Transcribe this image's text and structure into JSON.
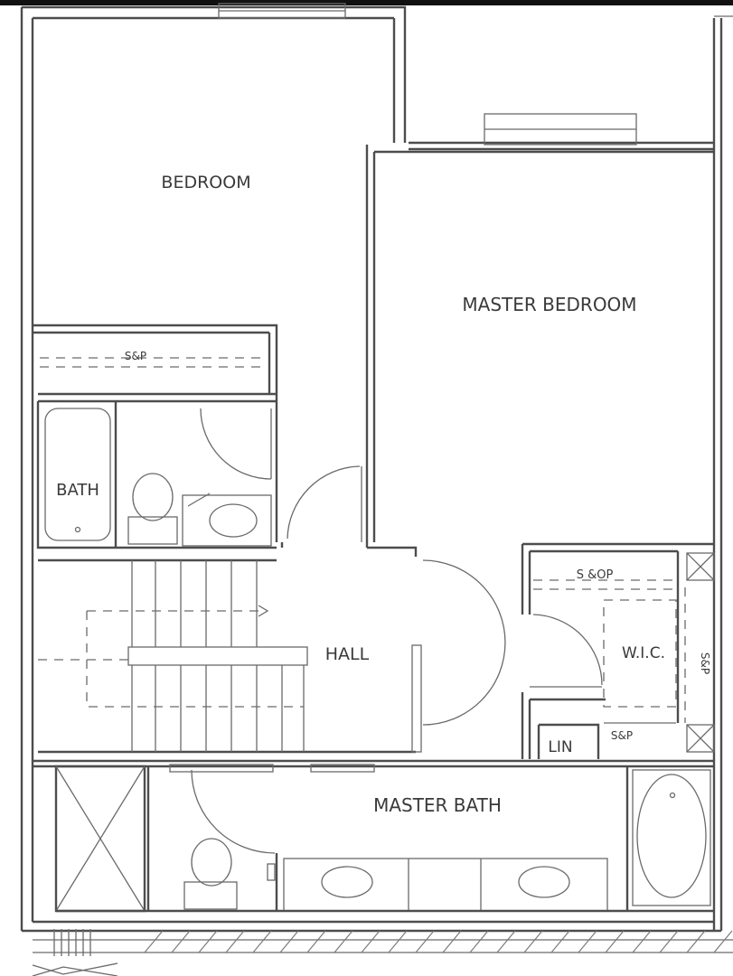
{
  "rooms": {
    "bedroom": "BEDROOM",
    "master_bedroom": "MASTER BEDROOM",
    "bath": "BATH",
    "hall": "HALL",
    "wic": "W.I.C.",
    "lin": "LIN",
    "master_bath": "MASTER BATH"
  },
  "closets": {
    "bedroom_closet": "S&P",
    "wic_top_shelf": "S &OP",
    "wic_side_shelf": "S&P",
    "wic_bottom_shelf": "S&P"
  },
  "colors": {
    "line": "#4d4d4d",
    "text": "#3a3a3a",
    "background": "#ffffff"
  }
}
